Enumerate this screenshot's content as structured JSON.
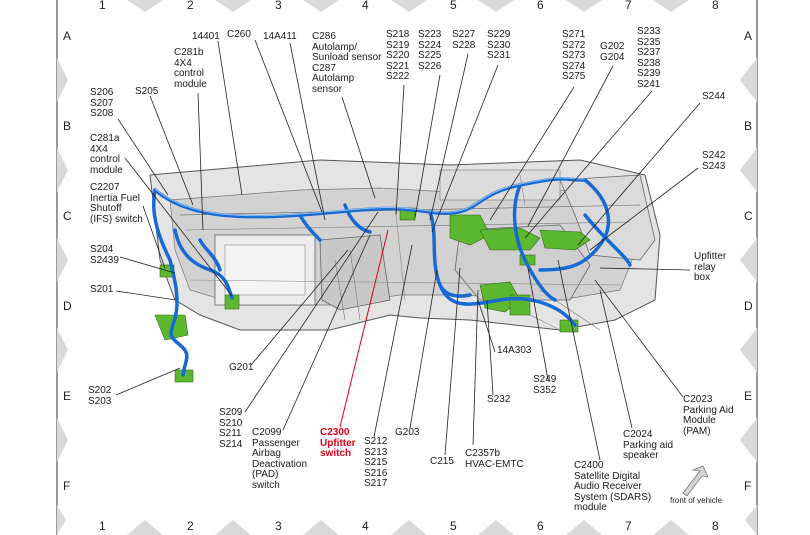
{
  "grid": {
    "columns": [
      "1",
      "2",
      "3",
      "4",
      "5",
      "6",
      "7",
      "8"
    ],
    "rows": [
      "A",
      "B",
      "C",
      "D",
      "E",
      "F"
    ]
  },
  "labels": {
    "l14401": "14401",
    "lC260": "C260",
    "l14A411": "14A411",
    "lC281b": "C281b\n4X4\ncontrol\nmodule",
    "lS205": "S205",
    "lS206": "S206\nS207\nS208",
    "lC281a": "C281a\n4X4\ncontrol\nmodule",
    "lC2207": "C2207\nInertia Fuel\nShutoff\n(IFS) switch",
    "lS204": "S204\nS2439",
    "lS201": "S201",
    "lS202": "S202\nS203",
    "lC286": "C286\nAutolamp/\nSunload sensor\nC287\nAutolamp\nsensor",
    "lS218": "S218\nS219\nS220\nS221\nS222",
    "lS223": "S223\nS224\nS225\nS226",
    "lS227": "S227\nS228",
    "lS229": "S229\nS230\nS231",
    "lS271": "S271\nS272\nS273\nS274\nS275",
    "lG202": "G202\nG204",
    "lS233": "S233\nS235\nS237\nS238\nS239\nS241",
    "lS244": "S244",
    "lS242": "S242\nS243",
    "lUpfitter": "Upfitter\nrelay\nbox",
    "l14A303": "14A303",
    "lS249": "S249\nS352",
    "lS232": "S232",
    "lG201": "G201",
    "lS209": "S209\nS210\nS211\nS214",
    "lC2099": "C2099\nPassenger\nAirbag\nDeactivation\n(PAD)\nswitch",
    "lC2300": "C2300\nUpfitter\nswitch",
    "lS212": "S212\nS213\nS215\nS216\nS217",
    "lG203": "G203",
    "lC215": "C215",
    "lC2357b": "C2357b\nHVAC-EMTC",
    "lC2400": "C2400\nSatellite Digital\nAudio Receiver\nSystem (SDARS)\nmodule",
    "lC2024": "C2024\nParking aid\nspeaker",
    "lC2023": "C2023\nParking Aid\nModule\n(PAM)",
    "front": "front of vehicle"
  }
}
